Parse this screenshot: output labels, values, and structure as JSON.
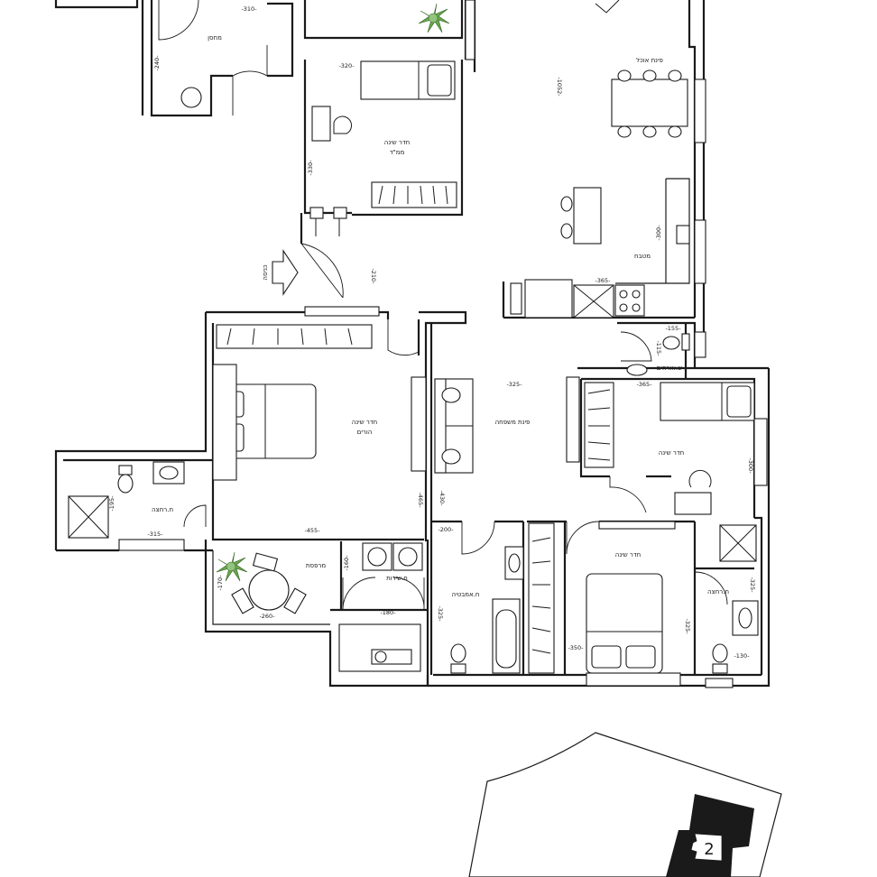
{
  "rooms": {
    "storage": "מחסן",
    "safe_room_line1": "חדר שינה",
    "safe_room_line2": "ממ\"ד",
    "dining": "פינת אוכל",
    "kitchen": "מטבח",
    "entrance": "כניסה",
    "master_line1": "חדר שינה",
    "master_line2": "הורים",
    "living": "פינת משפחה",
    "guest_wc": "ש.אורחים",
    "bedroom_east": "חדר שינה",
    "bedroom_south": "חדר שינה",
    "master_bath": "ח.רחצה",
    "balcony": "מרפסת",
    "service": "ח.שירות",
    "bath": "ח.אמבטיה",
    "bath_east": "ח.רחצה"
  },
  "dimensions": {
    "storage_w": "-310-",
    "storage_h": "-240-",
    "safe_w": "-320-",
    "safe_h": "-330-",
    "dining_h": "-1052-",
    "kitchen_h": "-300-",
    "kitchen_w": "-365-",
    "entry_h": "-210-",
    "guest_w": "-155-",
    "guest_h": "-115-",
    "bed_e_w": "-365-",
    "bed_e_h": "-300-",
    "living_w": "-325-",
    "master_h": "-465-",
    "living_h": "-430-",
    "master_w": "-455-",
    "mbath_w": "-315-",
    "mbath_h": "-195-",
    "balcony_h": "-170-",
    "balcony_w": "-260-",
    "service_h": "-160-",
    "service_w": "-180-",
    "bath_w": "-200-",
    "bath_h": "-325-",
    "bed_s_w": "-350-",
    "bed_s_h": "-325-",
    "bath_e_h": "-325-",
    "bath_e_w": "-130-"
  },
  "key_plan": {
    "building_number": "2"
  },
  "colors": {
    "walls": "#1a1a1a",
    "plants": "#6aa84f",
    "background": "#ffffff"
  }
}
